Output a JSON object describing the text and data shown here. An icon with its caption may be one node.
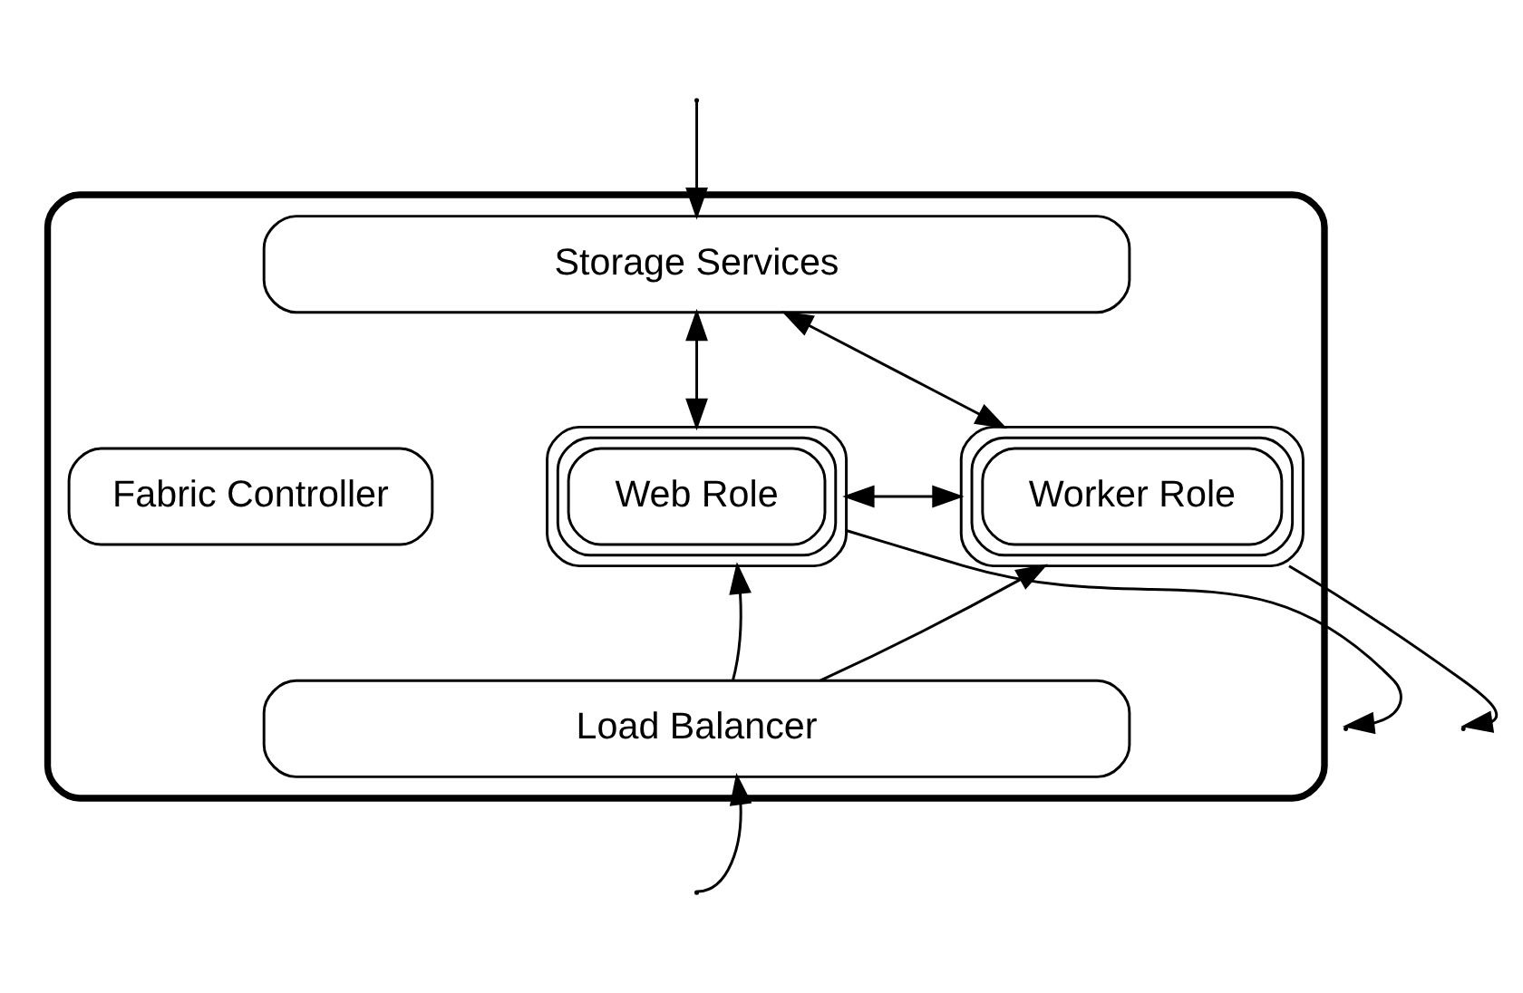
{
  "diagram": {
    "nodes": [
      {
        "text": [],
        "shape": "cloud"
      },
      {
        "text": [
          "Storage Services"
        ],
        "in": 0
      },
      {
        "text": [
          "Web Role"
        ],
        "in": 0
      },
      {
        "text": [
          "Fabric Controller"
        ],
        "in": 0
      },
      {
        "text": [
          "Worker Role"
        ],
        "in": 0
      },
      {
        "text": [
          "Load Balancer"
        ],
        "in": 0
      }
    ],
    "edges": [
      {
        "from": null,
        "to": 1,
        "arrow": "to"
      },
      {
        "from": 1,
        "to": 2,
        "arrow": "both"
      },
      {
        "from": 1,
        "to": 4,
        "arrow": "both"
      },
      {
        "from": 2,
        "to": null,
        "arrow": "to"
      },
      {
        "from": 2,
        "to": 4,
        "arrow": "both"
      },
      {
        "from": 4,
        "to": null,
        "arrow": "to"
      },
      {
        "from": 5,
        "to": 2,
        "arrow": "to"
      },
      {
        "from": 5,
        "to": 4,
        "arrow": "to"
      },
      {
        "from": null,
        "to": 5,
        "arrow": "to"
      }
    ]
  }
}
